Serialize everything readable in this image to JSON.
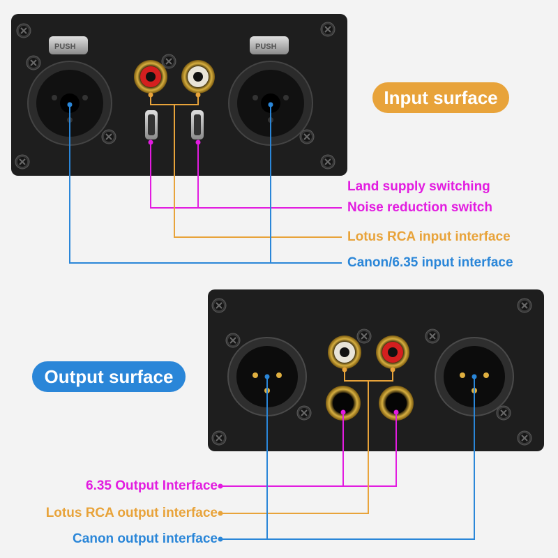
{
  "colors": {
    "orange": "#e8a33a",
    "magenta": "#e21ce0",
    "blue": "#2a86d8",
    "panel": "#1e1e1e"
  },
  "input_panel": {
    "title": "Input surface",
    "push_label_left": "PUSH",
    "push_label_right": "PUSH",
    "callouts": {
      "land_supply": "Land supply switching",
      "noise_reduction": "Noise reduction switch",
      "lotus_rca_input": "Lotus RCA input interface",
      "canon_input": "Canon/6.35 input interface"
    }
  },
  "output_panel": {
    "title": "Output surface",
    "callouts": {
      "output_635": "6.35 Output Interface",
      "lotus_rca_output": "Lotus RCA output interface",
      "canon_output": "Canon output interface"
    }
  },
  "icons": [
    "screw-icon",
    "xlr-combo-jack-icon",
    "xlr-male-icon",
    "rca-jack-icon",
    "toggle-switch-icon",
    "trs-jack-icon"
  ]
}
